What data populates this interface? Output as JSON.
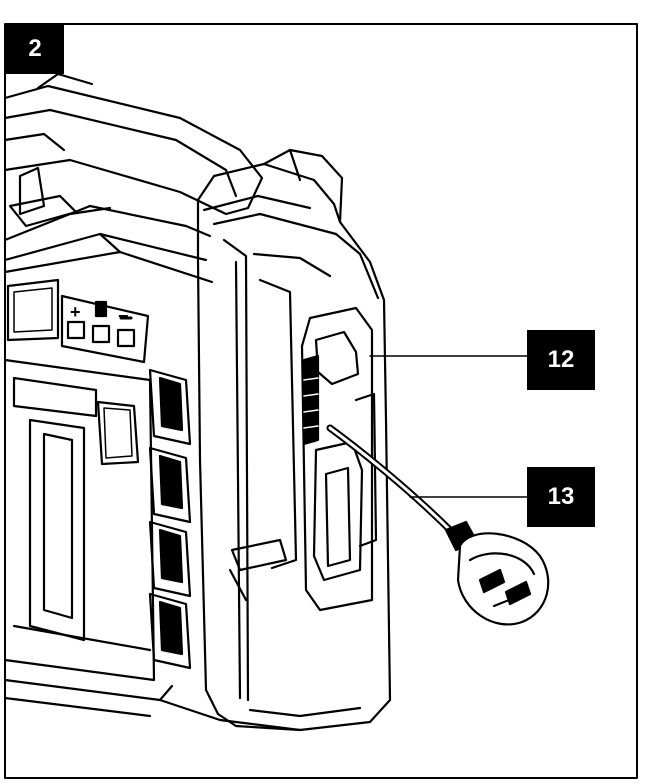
{
  "figure": {
    "number": "2"
  },
  "callouts": [
    {
      "id": "12",
      "label": "12"
    },
    {
      "id": "13",
      "label": "13"
    }
  ],
  "control_panel": {
    "plus_symbol": "+",
    "minus_symbol": "−"
  },
  "colors": {
    "ink": "#000000",
    "paper": "#ffffff",
    "label_bg": "#000000",
    "label_text": "#ffffff"
  },
  "icons": [
    "charger-illustration",
    "power-plug-icon",
    "cable-holder-icon"
  ]
}
